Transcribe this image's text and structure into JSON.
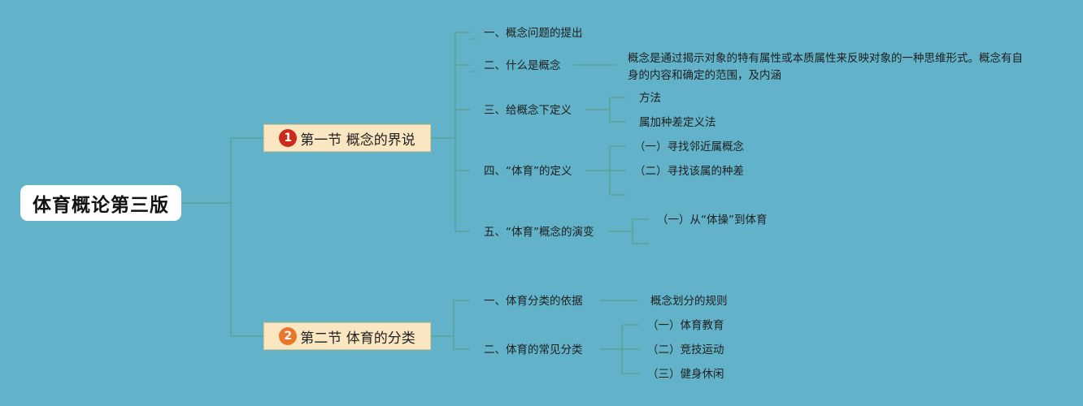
{
  "root": {
    "title": "体育概论第三版"
  },
  "sections": [
    {
      "num": "1",
      "title": "第一节 概念的界说",
      "badge_color": "#cc2a1c"
    },
    {
      "num": "2",
      "title": "第二节 体育的分类",
      "badge_color": "#e8772b"
    }
  ],
  "s1": {
    "i1": "一、概念问题的提出",
    "i2": "二、什么是概念",
    "i2_def": "概念是通过揭示对象的特有属性或本质属性来反映对象的一种思维形式。概念有自身的内容和确定的范围，及内涵",
    "i3": "三、给概念下定义",
    "i3_c1": "方法",
    "i3_c2": "属加种差定义法",
    "i4": "四、“体育”的定义",
    "i4_c1": "（一）寻找邻近属概念",
    "i4_c2": "（二）寻找该属的种差",
    "i5": "五、“体育”概念的演变",
    "i5_c1": "（一）从“体操”到体育"
  },
  "s2": {
    "i1": "一、体育分类的依据",
    "i1_c1": "概念划分的规则",
    "i2": "二、体育的常见分类",
    "i2_c1": "（一）体育教育",
    "i2_c2": "（二）竞技运动",
    "i2_c3": "（三）健身休闲"
  },
  "colors": {
    "background": "#62b3c9",
    "line": "#5aa08a",
    "section_fill": "#fbe6c2"
  }
}
